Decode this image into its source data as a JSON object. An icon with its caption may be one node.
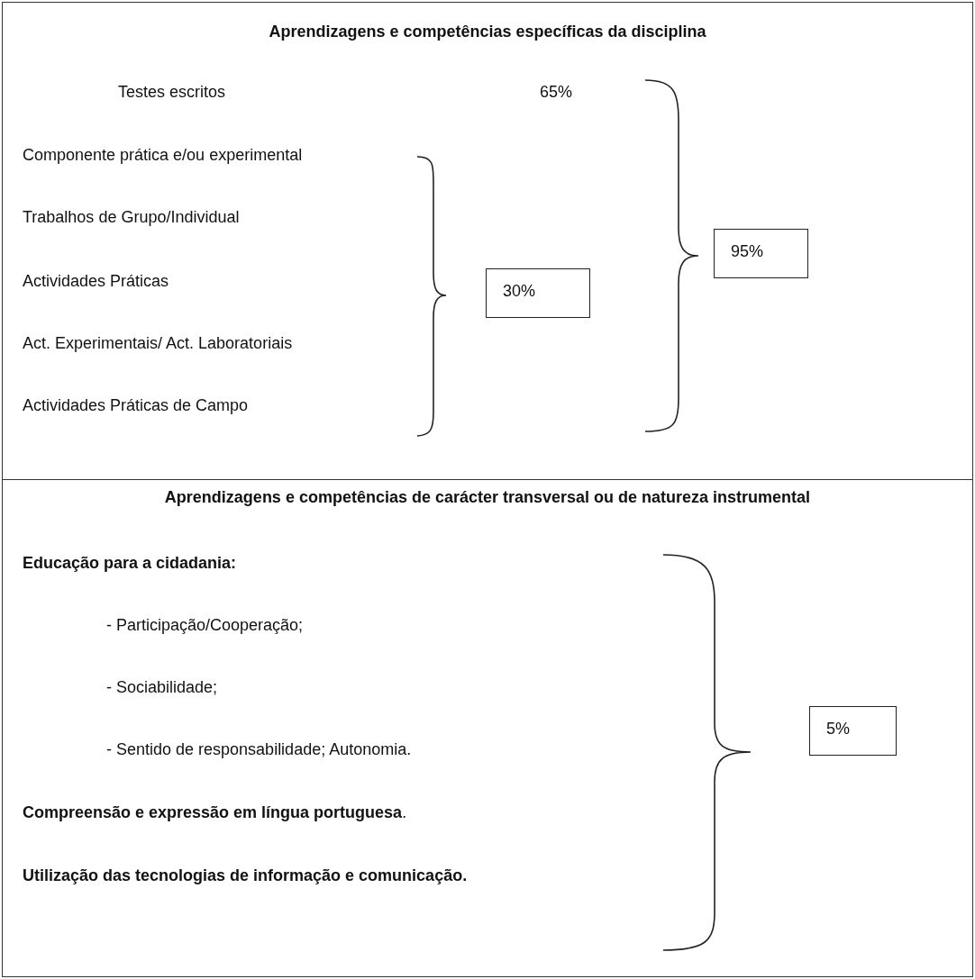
{
  "diagram": {
    "nodes": [
      {
        "text": [
          "Aprendizagens e competências específicas da disciplina"
        ]
      },
      {
        "text": [
          "30%"
        ],
        "in": 0
      },
      {
        "text": [
          "95%"
        ],
        "in": 0
      },
      {
        "text": [
          "Aprendizagens e competências de carácter transversal ou de natureza instrumental"
        ]
      },
      {
        "text": [
          "5%"
        ],
        "in": 3
      }
    ],
    "edges": [],
    "labels": [
      "Testes escritos",
      "65%",
      "Componente prática e/ou experimental",
      "Trabalhos de Grupo/Individual",
      "Actividades Práticas",
      "Act. Experimentais/ Act. Laboratoriais",
      "Actividades Práticas de Campo",
      "Educação para a cidadania:",
      "- Participação/Cooperação;",
      "- Sociabilidade;",
      "- Sentido de responsabilidade; Autonomia.",
      "**Compreensão e expressão em língua portuguesa**.",
      "Utilização das tecnologias de informação e comunicação."
    ]
  }
}
